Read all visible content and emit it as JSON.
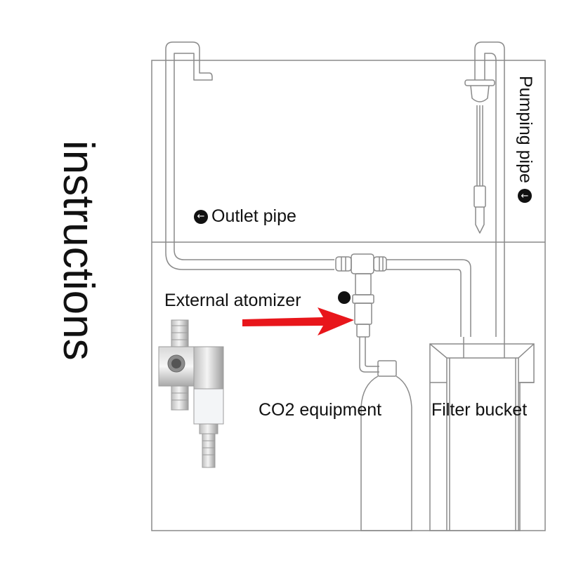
{
  "title": "instructions",
  "labels": {
    "outlet_pipe": "Outlet pipe",
    "pumping_pipe": "Pumping pipe",
    "external_atomizer": "External atomizer",
    "co2_equipment": "CO2 equipment",
    "filter_bucket": "Filter bucket"
  },
  "icons": {
    "outlet_icon": "arrow-left-circle-icon",
    "pumping_icon": "arrow-left-circle-icon"
  },
  "colors": {
    "line": "#8a8a8a",
    "arrow": "#e8161b",
    "text": "#111111"
  }
}
